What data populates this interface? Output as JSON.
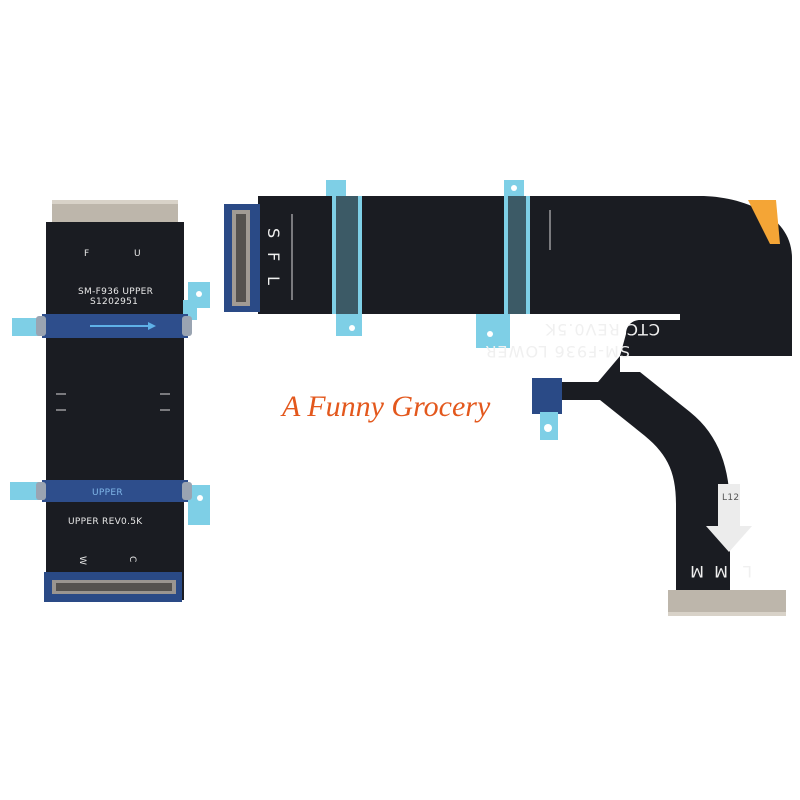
{
  "watermark": {
    "text": "A Funny Grocery",
    "color": "#e3581d"
  },
  "upper_cable": {
    "model_label": "SM-F936 UPPER",
    "serial_label": "S1202951",
    "upper_tag": "UPPER",
    "revision_label": "UPPER REV0.5K",
    "top_letters": [
      "F",
      "U"
    ],
    "bottom_letters": [
      "W",
      "C"
    ]
  },
  "lower_cable": {
    "left_letters": [
      "S",
      "F",
      "L"
    ],
    "model_label": "SM-F936 LOWER",
    "revision_label": "CTC REV0.5K",
    "bottom_letters": [
      "L",
      "M",
      "M"
    ],
    "arrow_code": "L12"
  },
  "colors": {
    "flex": "#1a1c22",
    "stiffener": "#7ecfe6",
    "contact": "#b9b2a8",
    "connector": "#2a4a86",
    "orange_tab": "#f4a536"
  }
}
